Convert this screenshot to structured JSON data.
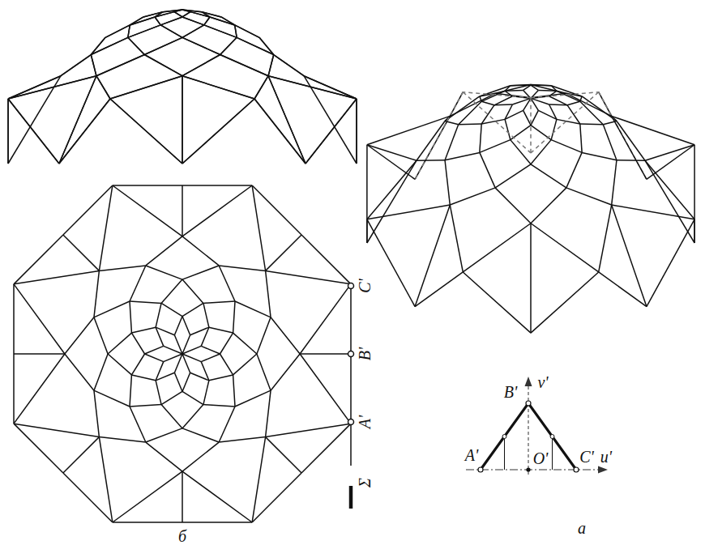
{
  "diagram": {
    "labels": [
      "C'",
      "B'",
      "A'",
      "Σ",
      "б",
      "v'",
      "B'",
      "A'",
      "O'",
      "C'",
      "u'",
      "а"
    ]
  }
}
